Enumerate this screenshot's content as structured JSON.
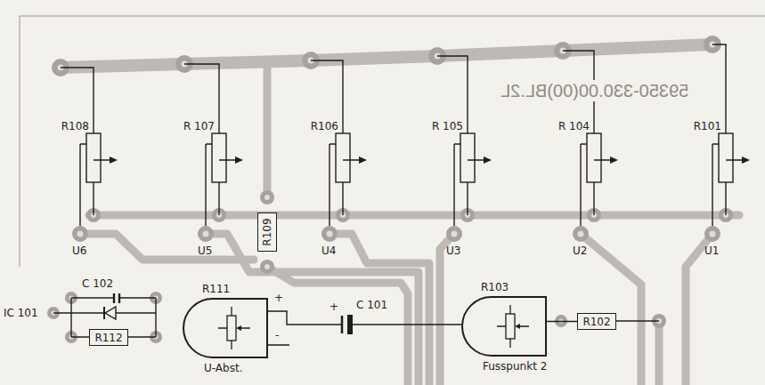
{
  "diagram": {
    "nodes": [
      {
        "text": [
          "R109"
        ]
      },
      {
        "text": [
          "R111",
          "U-Abst."
        ]
      },
      {
        "text": [
          "R103",
          "Fusspunkt 2"
        ]
      },
      {
        "text": [
          "R102"
        ]
      },
      {
        "text": [
          "R112"
        ]
      }
    ],
    "edges": [
      {
        "from": 2,
        "to": 3,
        "arrow": "none"
      }
    ],
    "labels": [
      "59350-330.00(00)BL.2L",
      "R108",
      "R 107",
      "R106",
      "R 105",
      "R 104",
      "R101",
      "U6",
      "U5",
      "U4",
      "U3",
      "U2",
      "U1",
      "C 102",
      "IC 101",
      "+",
      "-",
      "+",
      "C 101"
    ]
  }
}
